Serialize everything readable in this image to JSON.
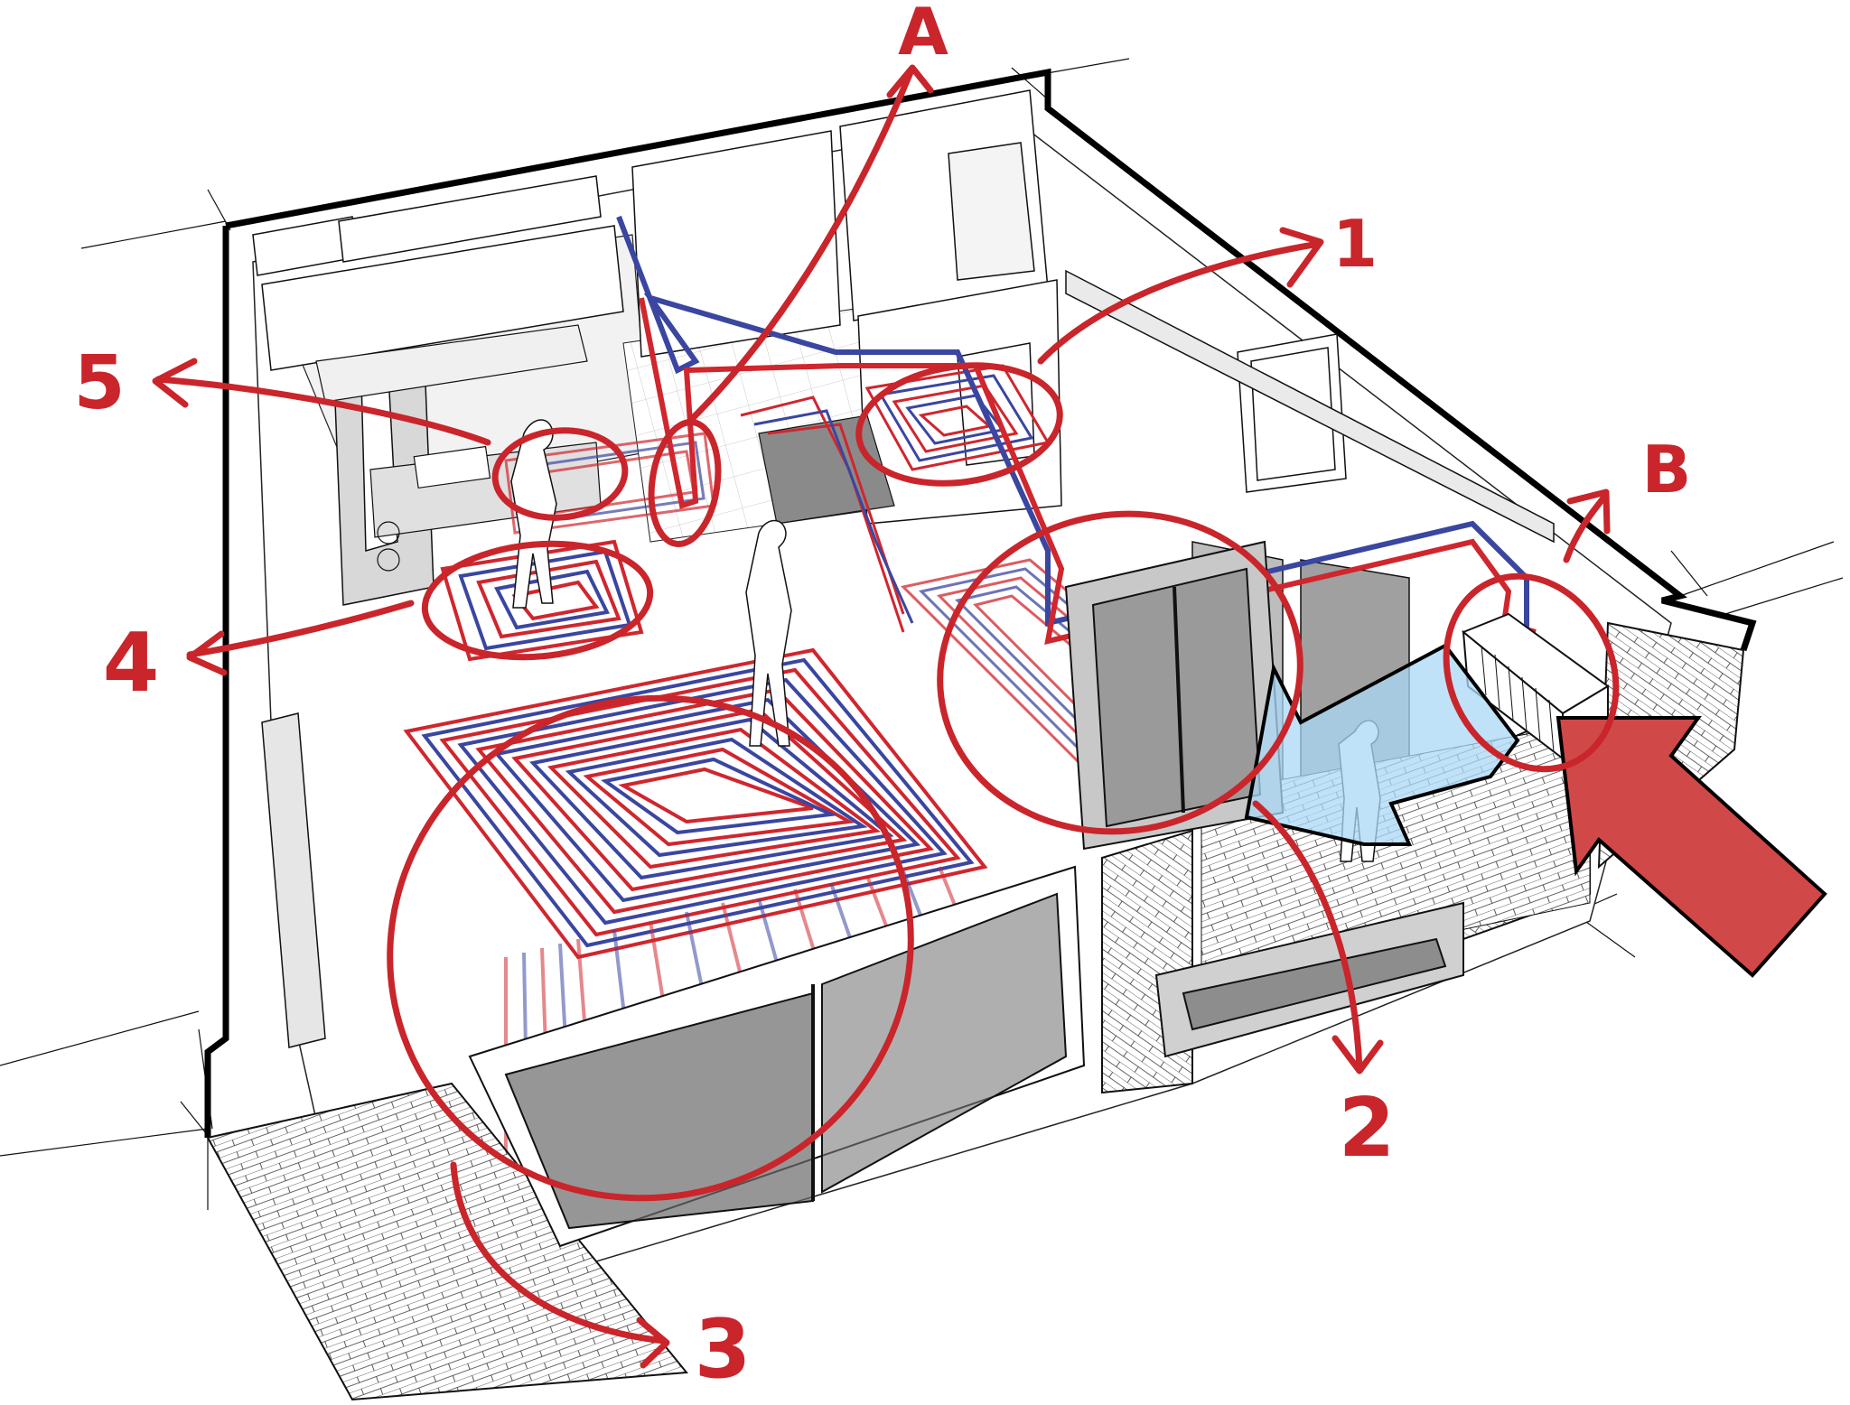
{
  "diagram": {
    "subject": "Apartment cutaway with underfloor heating and air-source heat pump",
    "colors": {
      "annotation_red": "#c9252b",
      "supply_pipe_red": "#d0262e",
      "return_pipe_blue": "#3a46a0",
      "cold_air_arrow": "#a9d8f5",
      "heat_arrow": "#d04848",
      "outline": "#111111",
      "shadow_gray": "#cfcfcf",
      "dark_gray": "#8a8a8a"
    },
    "annotations": [
      {
        "id": "A",
        "label": "A",
        "target": "manifold / distribution pipes in hallway"
      },
      {
        "id": "B",
        "label": "B",
        "target": "outdoor heat pump unit on balcony"
      },
      {
        "id": "1",
        "label": "1",
        "target": "heating loop in bedroom"
      },
      {
        "id": "2",
        "label": "2",
        "target": "heating loop in bathroom / balcony room"
      },
      {
        "id": "3",
        "label": "3",
        "target": "heating loop in living room"
      },
      {
        "id": "4",
        "label": "4",
        "target": "heating loop in kitchen dining area"
      },
      {
        "id": "5",
        "label": "5",
        "target": "heating loop in kitchen"
      }
    ],
    "arrows": [
      {
        "name": "cold-air-intake-arrow",
        "color": "light blue",
        "direction": "into heat pump from outside"
      },
      {
        "name": "heat-input-arrow",
        "color": "red",
        "direction": "into building at heat pump corner"
      }
    ]
  }
}
